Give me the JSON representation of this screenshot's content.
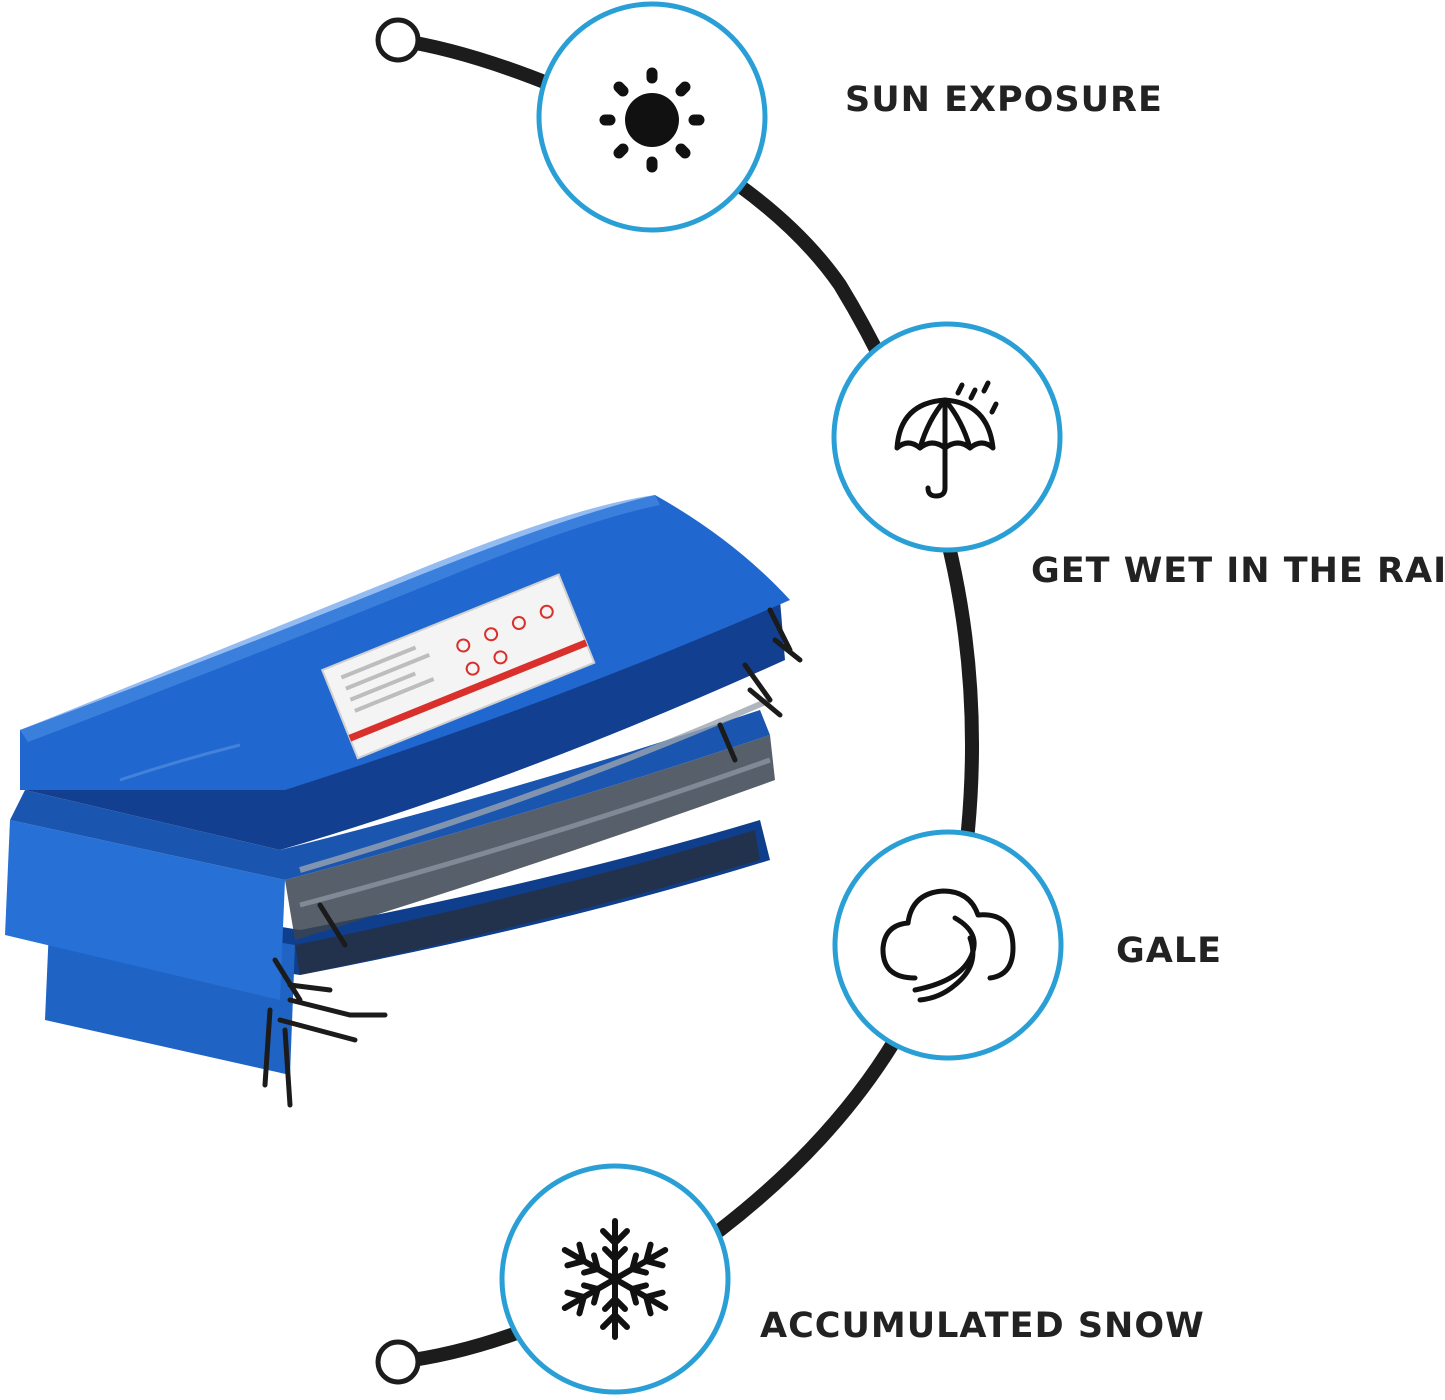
{
  "features": [
    {
      "id": "sun",
      "label": "SUN EXPOSURE",
      "icon": "sun-icon"
    },
    {
      "id": "rain",
      "label": "GET WET IN THE RAIN",
      "icon": "umbrella-rain-icon"
    },
    {
      "id": "gale",
      "label": "GALE",
      "icon": "wind-cloud-icon"
    },
    {
      "id": "snow",
      "label": "ACCUMULATED SNOW",
      "icon": "snowflake-icon"
    }
  ],
  "colors": {
    "circle_border": "#2a9fd6",
    "arc": "#1c1c1c",
    "pad_blue": "#1f63c4",
    "pad_dark": "#0f3f8c",
    "label_text": "#222222",
    "warning_red": "#d9302b"
  }
}
